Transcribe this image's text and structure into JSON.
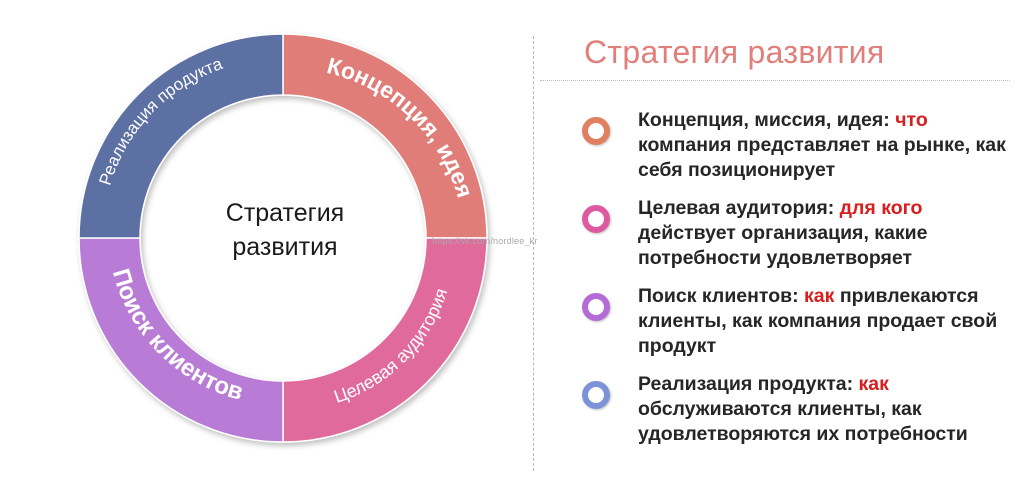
{
  "diagram": {
    "center_title_line1": "Стратегия",
    "center_title_line2": "развития",
    "segments": [
      {
        "id": "concept",
        "label": "Концепция, идея",
        "color": "#e07d78"
      },
      {
        "id": "audience",
        "label": "Целевая аудитория",
        "color": "#e06b9c"
      },
      {
        "id": "clients",
        "label": "Поиск клиентов",
        "color": "#b97bd6"
      },
      {
        "id": "product",
        "label": "Реализация продукта",
        "color": "#5c6fa4"
      }
    ]
  },
  "watermark": "https://vk.com/nordlee_kr",
  "header": {
    "title": "Стратегия развития"
  },
  "bullets": [
    {
      "dot_color": "#e08060",
      "lead": "Концепция, миссия, идея: ",
      "highlight": "что",
      "rest": " компания представляет на рынке, как себя позиционирует"
    },
    {
      "dot_color": "#de5aa0",
      "lead": "Целевая аудитория: ",
      "highlight": "для кого",
      "rest": " действует организация, какие потребности удовлетворяет"
    },
    {
      "dot_color": "#b36cd6",
      "lead": "Поиск клиентов: ",
      "highlight": "как",
      "rest": " привлекаются клиенты, как компания продает  свой продукт"
    },
    {
      "dot_color": "#7c93d8",
      "lead": "Реализация продукта: ",
      "highlight": "как",
      "rest": " обслуживаются клиенты, как удовлетворяются их потребности"
    }
  ]
}
